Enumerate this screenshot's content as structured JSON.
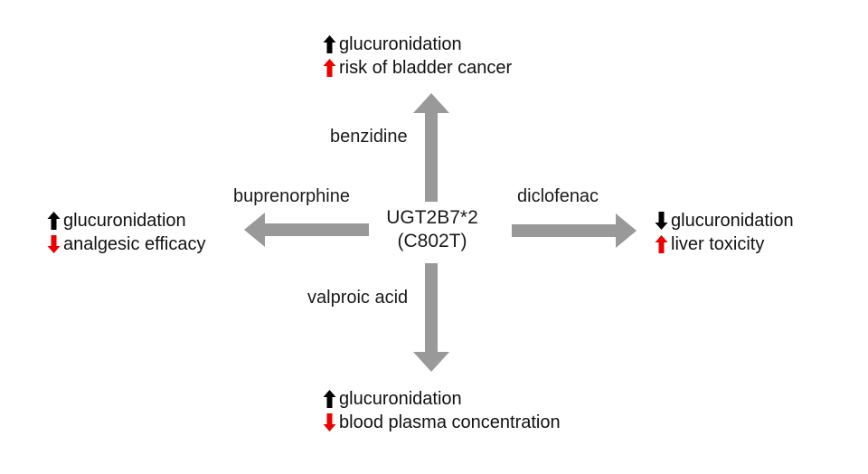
{
  "diagram": {
    "type": "radial-interaction-diagram",
    "background_color": "#ffffff",
    "arrow_color": "#999999",
    "up_color": "#000000",
    "down_color": "#ee0000",
    "center": {
      "line1": "UGT2B7*2",
      "line2": "(C802T)"
    },
    "branches": [
      {
        "id": "top",
        "direction": "up",
        "drug": "benzidine",
        "outcomes": [
          {
            "arrow": "up-arrow-black",
            "trend": "increase",
            "color": "#000000",
            "text": "glucuronidation"
          },
          {
            "arrow": "up-arrow-red",
            "trend": "increase",
            "color": "#ee0000",
            "text": "risk of bladder cancer"
          }
        ]
      },
      {
        "id": "left",
        "direction": "left",
        "drug": "buprenorphine",
        "outcomes": [
          {
            "arrow": "up-arrow-black",
            "trend": "increase",
            "color": "#000000",
            "text": "glucuronidation"
          },
          {
            "arrow": "down-arrow-red",
            "trend": "decrease",
            "color": "#ee0000",
            "text": "analgesic efficacy"
          }
        ]
      },
      {
        "id": "right",
        "direction": "right",
        "drug": "diclofenac",
        "outcomes": [
          {
            "arrow": "down-arrow-black",
            "trend": "decrease",
            "color": "#000000",
            "text": "glucuronidation"
          },
          {
            "arrow": "up-arrow-red",
            "trend": "increase",
            "color": "#ee0000",
            "text": "liver toxicity"
          }
        ]
      },
      {
        "id": "bottom",
        "direction": "down",
        "drug": "valproic acid",
        "outcomes": [
          {
            "arrow": "up-arrow-black",
            "trend": "increase",
            "color": "#000000",
            "text": "glucuronidation"
          },
          {
            "arrow": "down-arrow-red",
            "trend": "decrease",
            "color": "#ee0000",
            "text": "blood plasma concentration"
          }
        ]
      }
    ]
  }
}
